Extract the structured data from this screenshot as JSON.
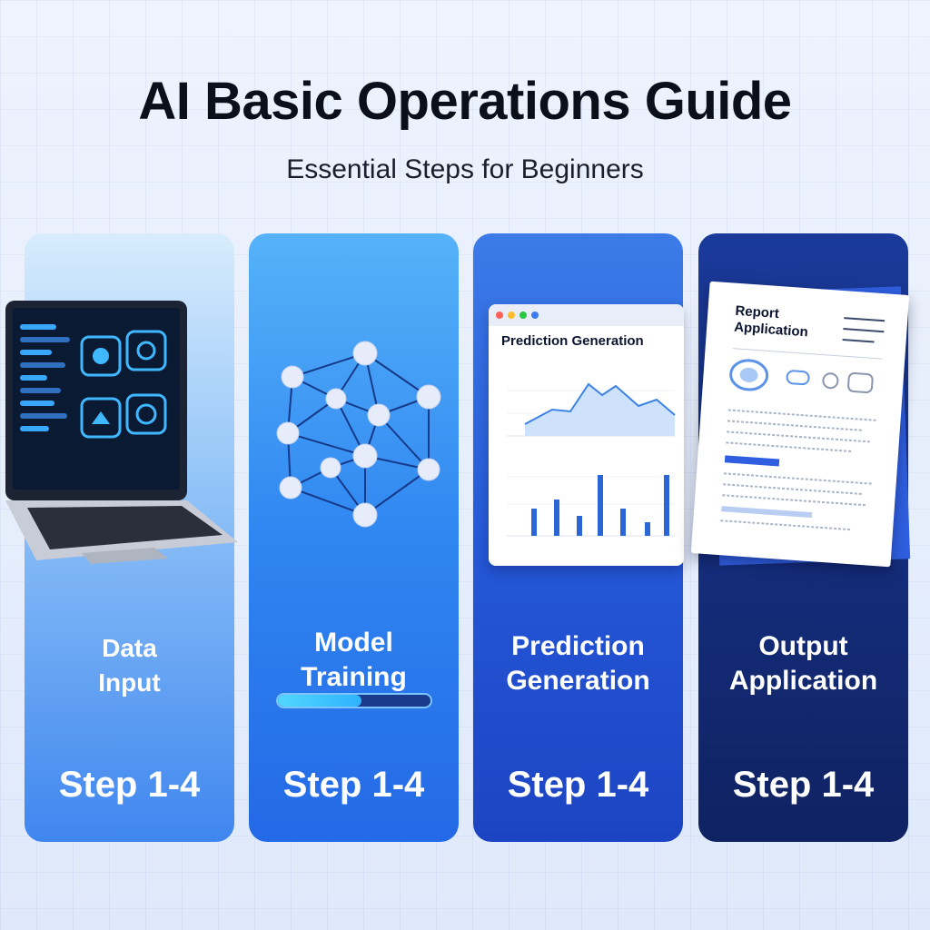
{
  "header": {
    "title": "AI Basic Operations Guide",
    "subtitle": "Essential Steps for Beginners"
  },
  "cards": [
    {
      "label_line1": "Data",
      "label_line2": "Input",
      "step": "Step 1-4"
    },
    {
      "label_line1": "Model",
      "label_line2": "Training",
      "step": "Step 1-4",
      "progress": 0.55
    },
    {
      "label_line1": "Prediction",
      "label_line2": "Generation",
      "step": "Step 1-4",
      "panel_title": "Prediction Generation"
    },
    {
      "label_line1": "Output",
      "label_line2": "Application",
      "step": "Step 1-4",
      "doc_title": "Report Application"
    }
  ],
  "colors": {
    "card1": "#8cc0f7",
    "card2": "#2f86f1",
    "card3": "#2456d6",
    "card4": "#142c7a",
    "accent": "#2fb3ff"
  },
  "icons": [
    "laptop-icon",
    "neural-network-icon",
    "chart-window-icon",
    "report-document-icon"
  ]
}
